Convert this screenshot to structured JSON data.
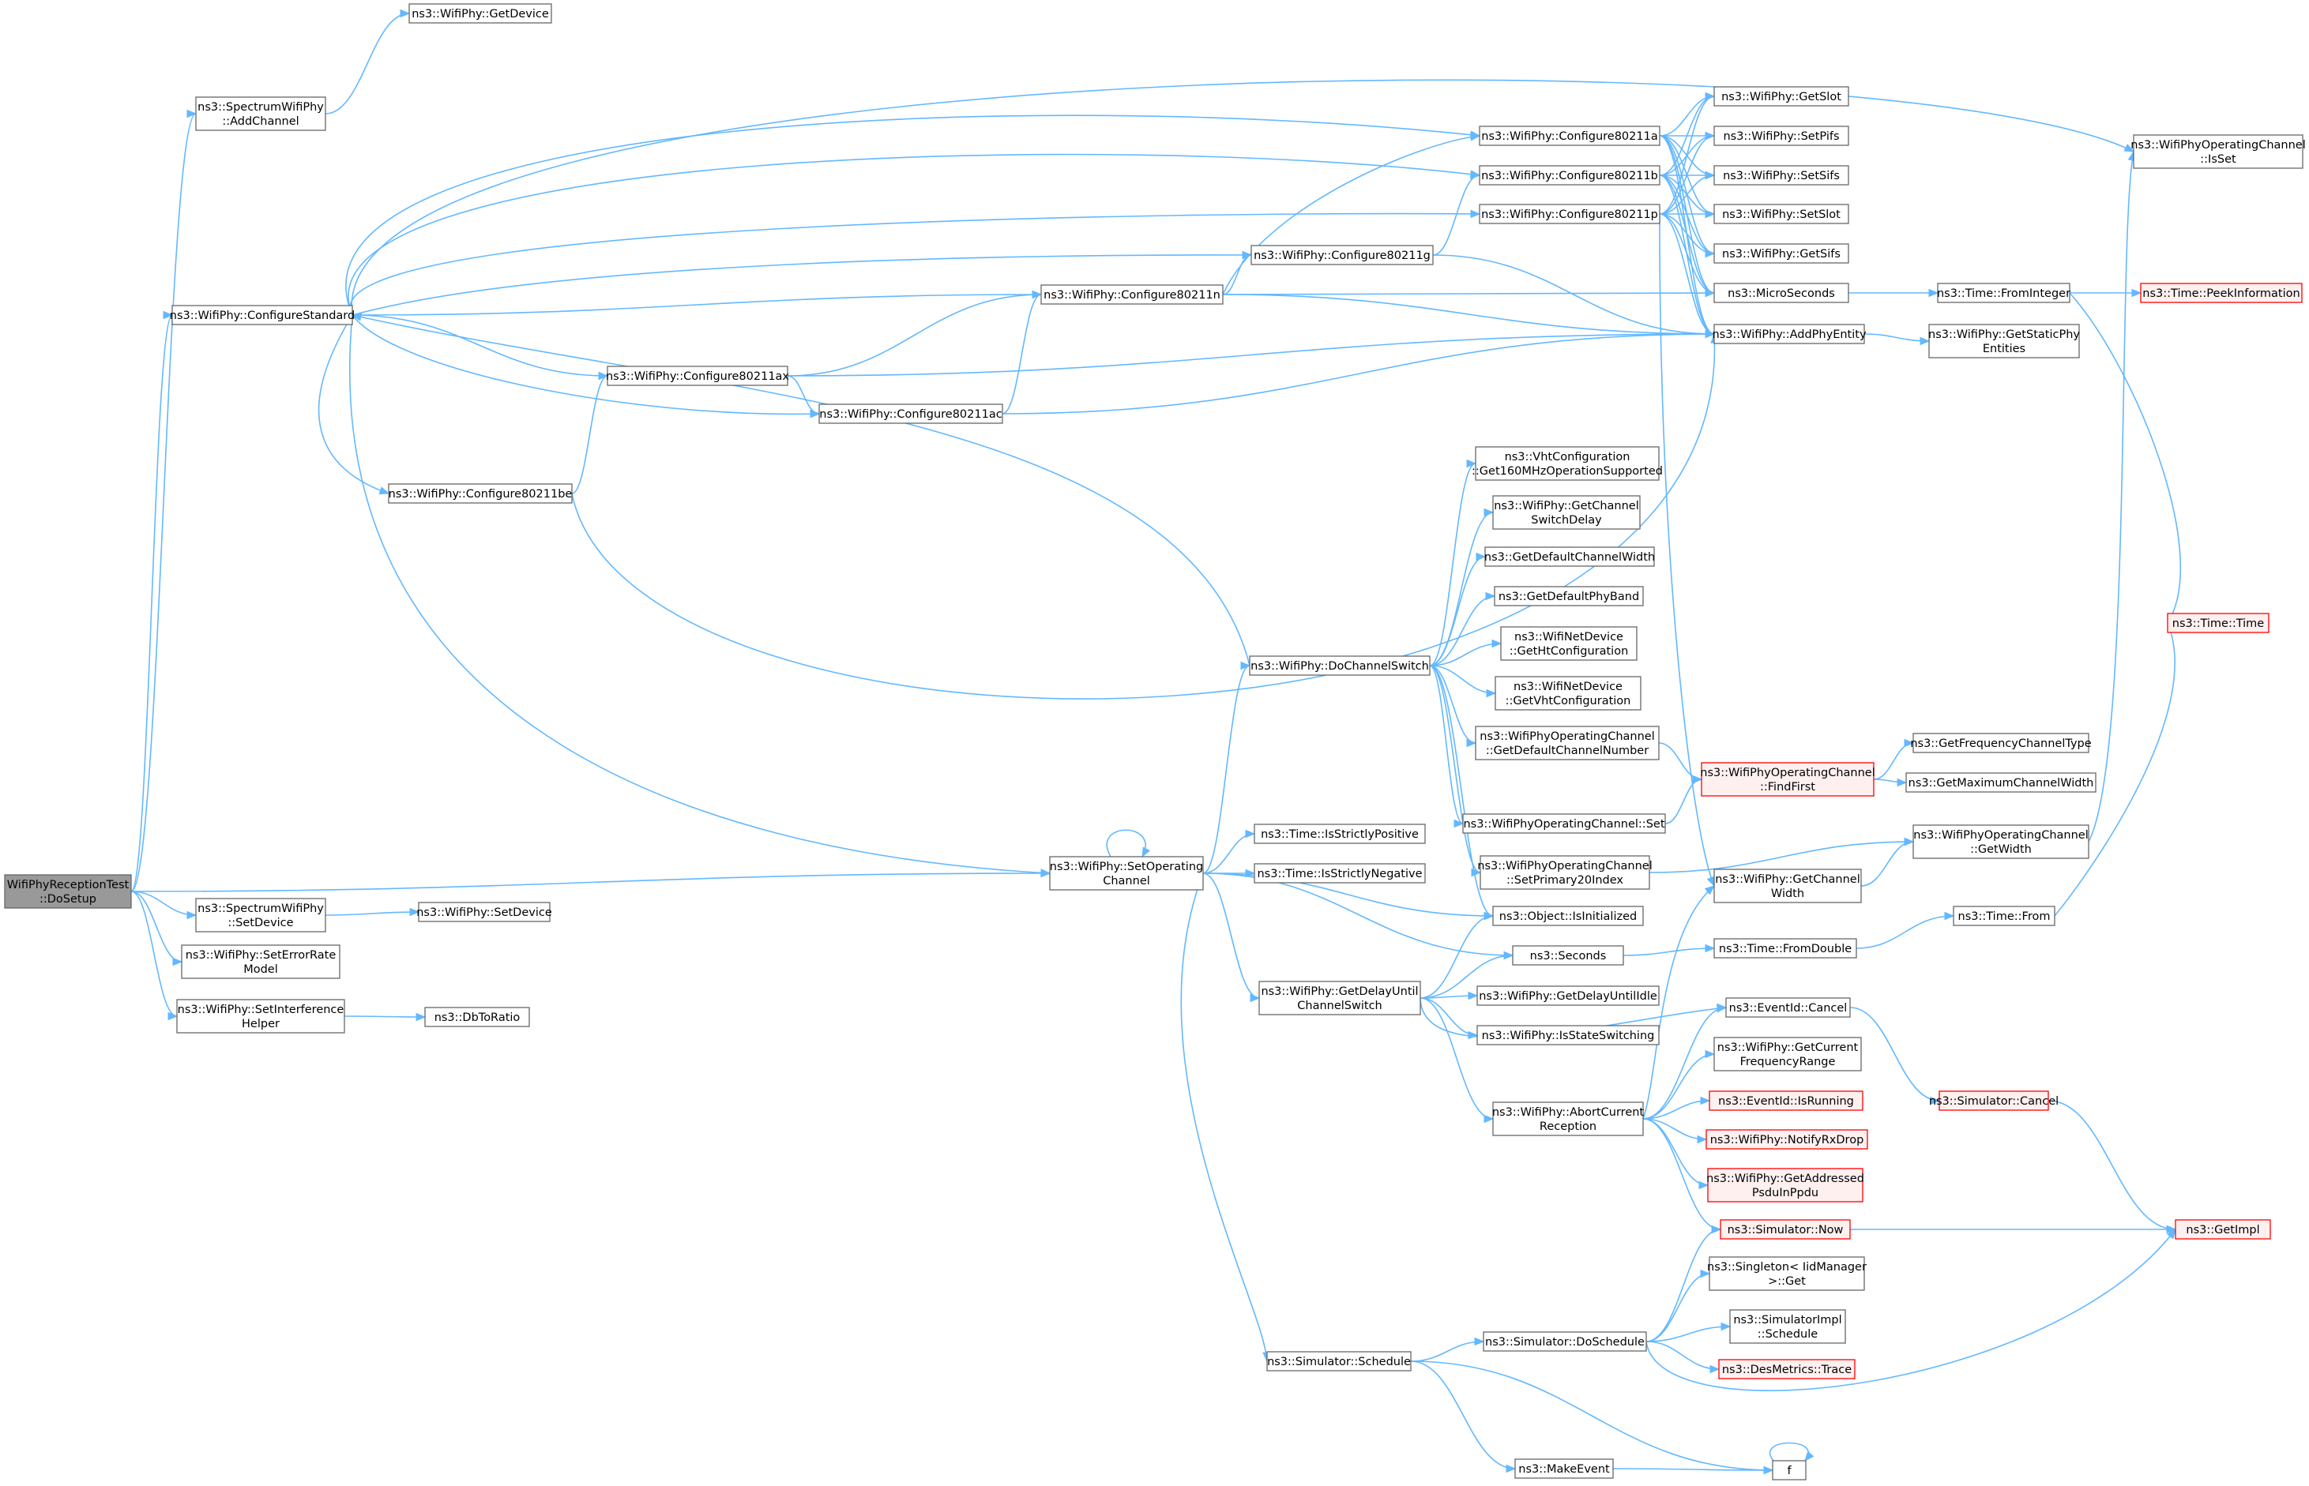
{
  "diagram": {
    "type": "doxygen-call-graph",
    "colors": {
      "edge": "#63b8ff",
      "node_border": "#666666",
      "root_fill": "#999999",
      "truncated_border": "#ff0000",
      "truncated_fill": "#fff0f0"
    },
    "nodes": [
      {
        "id": "root",
        "lines": [
          "WifiPhyReceptionTest",
          "::DoSetup"
        ],
        "kind": "root"
      },
      {
        "id": "getdevice",
        "lines": [
          "ns3::WifiPhy::GetDevice"
        ]
      },
      {
        "id": "addchannel",
        "lines": [
          "ns3::SpectrumWifiPhy",
          "::AddChannel"
        ]
      },
      {
        "id": "configstd",
        "lines": [
          "ns3::WifiPhy::ConfigureStandard"
        ]
      },
      {
        "id": "c11a",
        "lines": [
          "ns3::WifiPhy::Configure80211a"
        ]
      },
      {
        "id": "c11b",
        "lines": [
          "ns3::WifiPhy::Configure80211b"
        ]
      },
      {
        "id": "c11p",
        "lines": [
          "ns3::WifiPhy::Configure80211p"
        ]
      },
      {
        "id": "c11g",
        "lines": [
          "ns3::WifiPhy::Configure80211g"
        ]
      },
      {
        "id": "c11n",
        "lines": [
          "ns3::WifiPhy::Configure80211n"
        ]
      },
      {
        "id": "c11ax",
        "lines": [
          "ns3::WifiPhy::Configure80211ax"
        ]
      },
      {
        "id": "c11ac",
        "lines": [
          "ns3::WifiPhy::Configure80211ac"
        ]
      },
      {
        "id": "c11be",
        "lines": [
          "ns3::WifiPhy::Configure80211be"
        ]
      },
      {
        "id": "getslot",
        "lines": [
          "ns3::WifiPhy::GetSlot"
        ]
      },
      {
        "id": "setpifs",
        "lines": [
          "ns3::WifiPhy::SetPifs"
        ]
      },
      {
        "id": "setsifs",
        "lines": [
          "ns3::WifiPhy::SetSifs"
        ]
      },
      {
        "id": "setslot",
        "lines": [
          "ns3::WifiPhy::SetSlot"
        ]
      },
      {
        "id": "getsifs",
        "lines": [
          "ns3::WifiPhy::GetSifs"
        ]
      },
      {
        "id": "microseconds",
        "lines": [
          "ns3::MicroSeconds"
        ]
      },
      {
        "id": "addphy",
        "lines": [
          "ns3::WifiPhy::AddPhyEntity"
        ]
      },
      {
        "id": "fromint",
        "lines": [
          "ns3::Time::FromInteger"
        ]
      },
      {
        "id": "peek",
        "lines": [
          "ns3::Time::PeekInformation"
        ],
        "kind": "trunc"
      },
      {
        "id": "getstaticphy",
        "lines": [
          "ns3::WifiPhy::GetStaticPhy",
          "Entities"
        ]
      },
      {
        "id": "opchanisset",
        "lines": [
          "ns3::WifiPhyOperatingChannel",
          "::IsSet"
        ]
      },
      {
        "id": "timetime",
        "lines": [
          "ns3::Time::Time"
        ],
        "kind": "trunc"
      },
      {
        "id": "vht160",
        "lines": [
          "ns3::VhtConfiguration",
          "::Get160MHzOperationSupported"
        ]
      },
      {
        "id": "chswitchdelay",
        "lines": [
          "ns3::WifiPhy::GetChannel",
          "SwitchDelay"
        ]
      },
      {
        "id": "defchanwidth",
        "lines": [
          "ns3::GetDefaultChannelWidth"
        ]
      },
      {
        "id": "defphyband",
        "lines": [
          "ns3::GetDefaultPhyBand"
        ]
      },
      {
        "id": "htconf",
        "lines": [
          "ns3::WifiNetDevice",
          "::GetHtConfiguration"
        ]
      },
      {
        "id": "vhtconf",
        "lines": [
          "ns3::WifiNetDevice",
          "::GetVhtConfiguration"
        ]
      },
      {
        "id": "defchannum",
        "lines": [
          "ns3::WifiPhyOperatingChannel",
          "::GetDefaultChannelNumber"
        ]
      },
      {
        "id": "dochswitch",
        "lines": [
          "ns3::WifiPhy::DoChannelSwitch"
        ]
      },
      {
        "id": "findfirst",
        "lines": [
          "ns3::WifiPhyOperatingChannel",
          "::FindFirst"
        ],
        "kind": "trunc"
      },
      {
        "id": "freqchtype",
        "lines": [
          "ns3::GetFrequencyChannelType"
        ]
      },
      {
        "id": "maxchwidth",
        "lines": [
          "ns3::GetMaximumChannelWidth"
        ]
      },
      {
        "id": "opchanset",
        "lines": [
          "ns3::WifiPhyOperatingChannel::Set"
        ]
      },
      {
        "id": "setprimary",
        "lines": [
          "ns3::WifiPhyOperatingChannel",
          "::SetPrimary20Index"
        ]
      },
      {
        "id": "opgetwidth",
        "lines": [
          "ns3::WifiPhyOperatingChannel",
          "::GetWidth"
        ]
      },
      {
        "id": "getchwidth",
        "lines": [
          "ns3::WifiPhy::GetChannel",
          "Width"
        ]
      },
      {
        "id": "isstrictpos",
        "lines": [
          "ns3::Time::IsStrictlyPositive"
        ]
      },
      {
        "id": "isstrictneg",
        "lines": [
          "ns3::Time::IsStrictlyNegative"
        ]
      },
      {
        "id": "setopchan",
        "lines": [
          "ns3::WifiPhy::SetOperating",
          "Channel"
        ]
      },
      {
        "id": "isinit",
        "lines": [
          "ns3::Object::IsInitialized"
        ]
      },
      {
        "id": "seconds",
        "lines": [
          "ns3::Seconds"
        ]
      },
      {
        "id": "fromdouble",
        "lines": [
          "ns3::Time::FromDouble"
        ]
      },
      {
        "id": "timefrom",
        "lines": [
          "ns3::Time::From"
        ]
      },
      {
        "id": "getdelay",
        "lines": [
          "ns3::WifiPhy::GetDelayUntil",
          "ChannelSwitch"
        ]
      },
      {
        "id": "getdelayidle",
        "lines": [
          "ns3::WifiPhy::GetDelayUntilIdle"
        ]
      },
      {
        "id": "isstatesw",
        "lines": [
          "ns3::WifiPhy::IsStateSwitching"
        ]
      },
      {
        "id": "evcancel",
        "lines": [
          "ns3::EventId::Cancel"
        ]
      },
      {
        "id": "getfreqrange",
        "lines": [
          "ns3::WifiPhy::GetCurrent",
          "FrequencyRange"
        ]
      },
      {
        "id": "abortrx",
        "lines": [
          "ns3::WifiPhy::AbortCurrent",
          "Reception"
        ]
      },
      {
        "id": "evisrunning",
        "lines": [
          "ns3::EventId::IsRunning"
        ],
        "kind": "trunc"
      },
      {
        "id": "notifyrxdrop",
        "lines": [
          "ns3::WifiPhy::NotifyRxDrop"
        ],
        "kind": "trunc"
      },
      {
        "id": "getaddressed",
        "lines": [
          "ns3::WifiPhy::GetAddressed",
          "PsduInPpdu"
        ],
        "kind": "trunc"
      },
      {
        "id": "simnow",
        "lines": [
          "ns3::Simulator::Now"
        ],
        "kind": "trunc"
      },
      {
        "id": "simcancel",
        "lines": [
          "ns3::Simulator::Cancel"
        ],
        "kind": "trunc"
      },
      {
        "id": "getimpl",
        "lines": [
          "ns3::GetImpl"
        ],
        "kind": "trunc"
      },
      {
        "id": "singleton",
        "lines": [
          "ns3::Singleton< IidManager",
          " >::Get"
        ]
      },
      {
        "id": "simimplsched",
        "lines": [
          "ns3::SimulatorImpl",
          "::Schedule"
        ]
      },
      {
        "id": "dessched",
        "lines": [
          "ns3::Simulator::DoSchedule"
        ]
      },
      {
        "id": "desmetrics",
        "lines": [
          "ns3::DesMetrics::Trace"
        ],
        "kind": "trunc"
      },
      {
        "id": "simsched",
        "lines": [
          "ns3::Simulator::Schedule"
        ]
      },
      {
        "id": "makeevent",
        "lines": [
          "ns3::MakeEvent"
        ]
      },
      {
        "id": "f",
        "lines": [
          "f"
        ]
      },
      {
        "id": "setdevice",
        "lines": [
          "ns3::SpectrumWifiPhy",
          "::SetDevice"
        ]
      },
      {
        "id": "wpsetdevice",
        "lines": [
          "ns3::WifiPhy::SetDevice"
        ]
      },
      {
        "id": "seterrmodel",
        "lines": [
          "ns3::WifiPhy::SetErrorRate",
          "Model"
        ]
      },
      {
        "id": "setinterf",
        "lines": [
          "ns3::WifiPhy::SetInterference",
          "Helper"
        ]
      },
      {
        "id": "dbtoratio",
        "lines": [
          "ns3::DbToRatio"
        ]
      }
    ]
  }
}
